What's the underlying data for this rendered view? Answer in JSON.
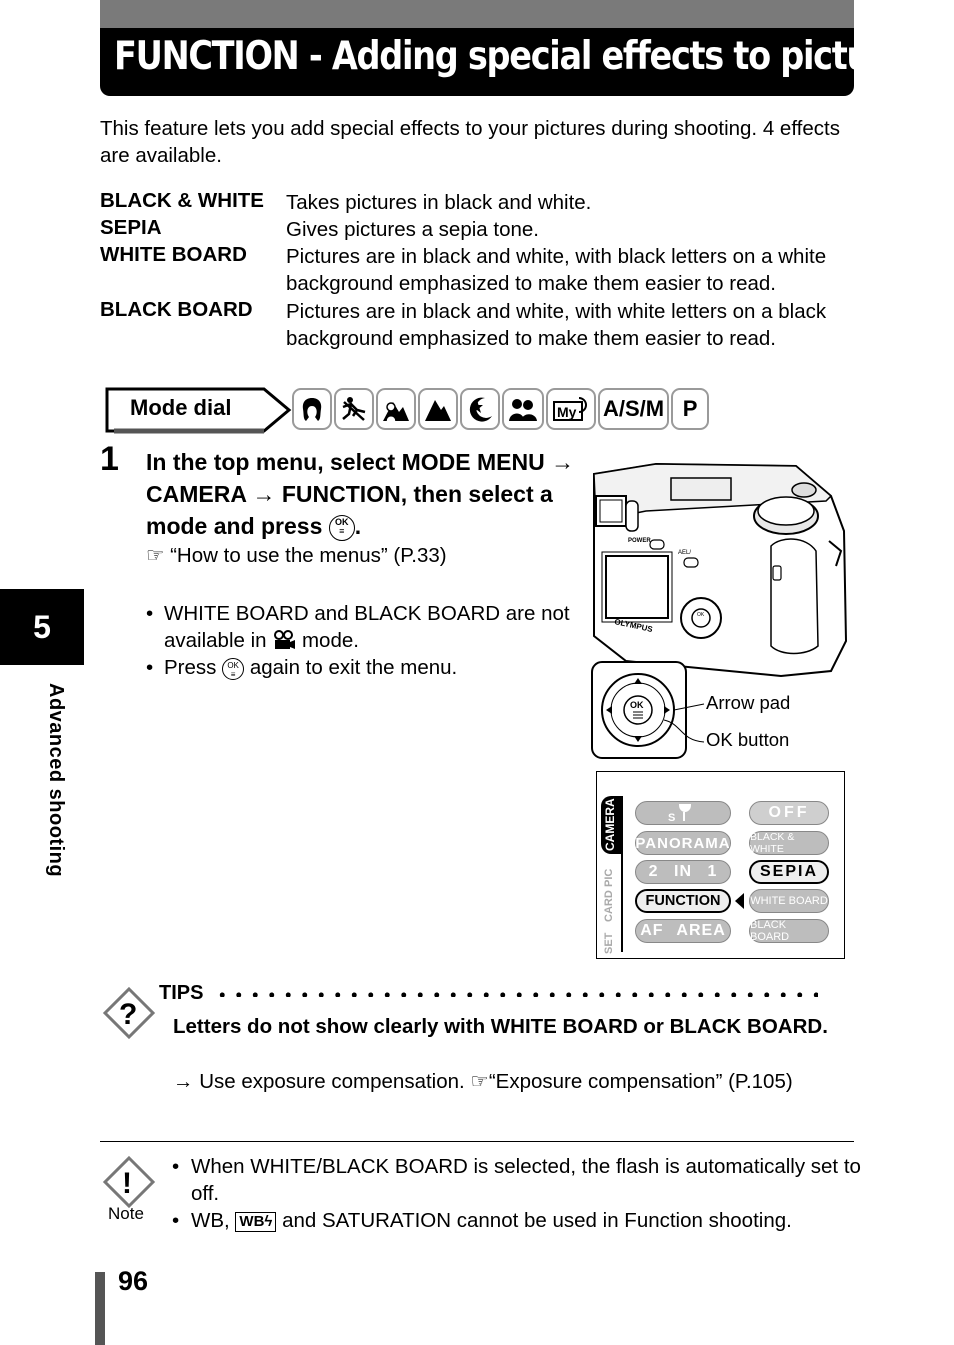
{
  "header": {
    "title": "FUNCTION - Adding special effects to pictures"
  },
  "chapter": {
    "number": "5",
    "label": "Advanced shooting"
  },
  "intro": "This feature lets you add special effects to your pictures during shooting. 4 effects are available.",
  "effects": [
    {
      "term": "BLACK & WHITE",
      "desc": "Takes pictures in black and white."
    },
    {
      "term": "SEPIA",
      "desc": "Gives pictures a sepia tone."
    },
    {
      "term": "WHITE BOARD",
      "desc": "Pictures are in black and white, with black letters on a white background emphasized to make them easier to read."
    },
    {
      "term": "BLACK BOARD",
      "desc": "Pictures are in black and white, with white letters on a black background emphasized to make them easier to read."
    }
  ],
  "mode_dial": {
    "label": "Mode dial",
    "modes": [
      "portrait",
      "sports",
      "landscape-portrait",
      "landscape",
      "night-scene",
      "self-portrait",
      "my-mode",
      "A/S/M",
      "P"
    ],
    "text_modes": {
      "asm": "A/S/M",
      "p": "P"
    }
  },
  "step": {
    "number": "1",
    "text_a": "In the top menu, select MODE MENU",
    "arrow": "→",
    "text_b": "CAMERA",
    "text_c": "FUNCTION, then select a mode and press",
    "ref": "“How to use the menus” (P.33)",
    "bullet1_a": "WHITE BOARD and BLACK BOARD are not available in",
    "bullet1_b": "mode.",
    "bullet2_a": "Press",
    "bullet2_b": "again to exit the menu."
  },
  "camera": {
    "brand": "OLYMPUS",
    "power": "POWER",
    "ael": "AEL/",
    "ok": "OK"
  },
  "callouts": {
    "arrow_pad": "Arrow pad",
    "ok_button": "OK button"
  },
  "lcd": {
    "side_tabs": [
      "CAMERA",
      "PIC",
      "CARD",
      "SET"
    ],
    "left": [
      "PANORAMA",
      "2 IN 1",
      "FUNCTION",
      "AF AREA"
    ],
    "right": [
      "OFF",
      "BLACK & WHITE",
      "SEPIA",
      "WHITE BOARD",
      "BLACK BOARD"
    ]
  },
  "tips": {
    "title": "TIPS",
    "heading": "Letters do not show clearly with WHITE BOARD or BLACK BOARD.",
    "arrow": "→",
    "text": "Use exposure compensation.",
    "ref": "“Exposure compensation” (P.105)"
  },
  "note": {
    "label": "Note",
    "bullet1": "When WHITE/BLACK BOARD is selected, the flash is automatically set to off.",
    "bullet2_a": "WB,",
    "bullet2_badge": "WB",
    "bullet2_b": "and SATURATION cannot be used in Function shooting."
  },
  "page_number": "96"
}
